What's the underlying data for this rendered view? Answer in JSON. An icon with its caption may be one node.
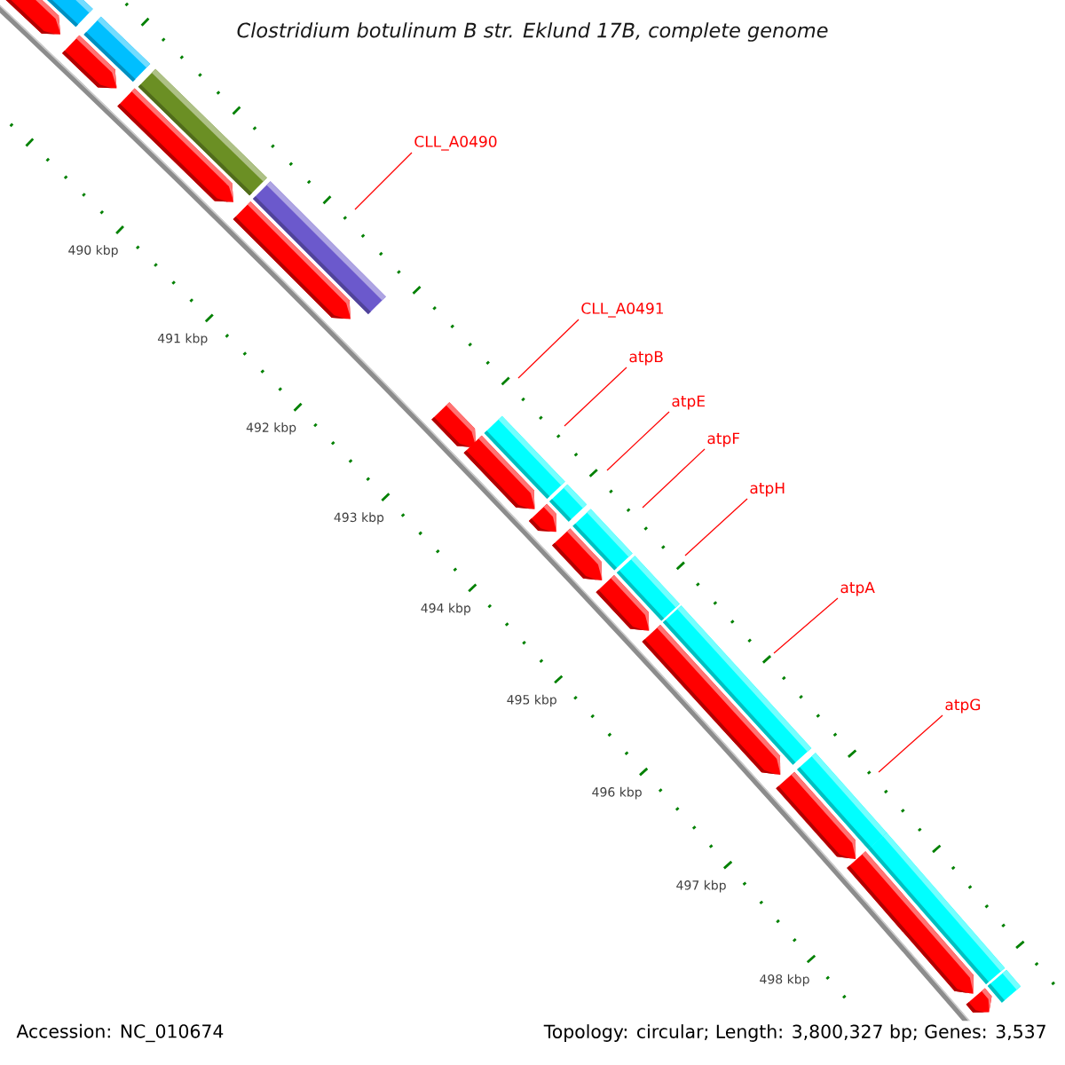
{
  "diagram": {
    "title": "Clostridium botulinum B str. Eklund 17B, complete genome",
    "nodes": [
      {
        "text": [
          "CLL_A0490"
        ]
      },
      {
        "text": [
          "CLL_A0491"
        ]
      },
      {
        "text": [
          "atpB"
        ]
      },
      {
        "text": [
          "atpE"
        ]
      },
      {
        "text": [
          "atpF"
        ]
      },
      {
        "text": [
          "atpH"
        ]
      },
      {
        "text": [
          "atpA"
        ]
      },
      {
        "text": [
          "atpG"
        ]
      },
      {
        "text": [],
        "shape": "arrow"
      },
      {
        "text": [],
        "shape": "arrow"
      },
      {
        "text": [],
        "shape": "arrow"
      },
      {
        "text": [],
        "shape": "arrow"
      },
      {
        "text": [],
        "shape": "arrow"
      },
      {
        "text": [],
        "shape": "arrow"
      },
      {
        "text": [],
        "shape": "arrow"
      },
      {
        "text": [],
        "shape": "arrow"
      },
      {
        "text": [],
        "shape": "arrow"
      },
      {
        "text": [],
        "shape": "arrow"
      },
      {
        "text": [],
        "shape": "arrow"
      },
      {
        "text": [],
        "shape": "arrow"
      },
      {
        "text": [],
        "shape": "arrow"
      },
      {
        "text": [],
        "shape": "bar"
      },
      {
        "text": [],
        "shape": "bar"
      },
      {
        "text": [],
        "shape": "bar"
      },
      {
        "text": [],
        "shape": "bar"
      },
      {
        "text": [],
        "shape": "bar"
      },
      {
        "text": [],
        "shape": "bar"
      },
      {
        "text": [],
        "shape": "bar"
      },
      {
        "text": [],
        "shape": "bar"
      },
      {
        "text": [],
        "shape": "bar"
      },
      {
        "text": [],
        "shape": "bar"
      },
      {
        "text": [],
        "shape": "bar"
      },
      {
        "text": [],
        "shape": "bar"
      }
    ],
    "edges": [
      {
        "from": 0,
        "to": null,
        "arrow": "none"
      },
      {
        "from": 1,
        "to": null,
        "arrow": "none"
      },
      {
        "from": 2,
        "to": null,
        "arrow": "none"
      },
      {
        "from": 3,
        "to": null,
        "arrow": "none"
      },
      {
        "from": 4,
        "to": null,
        "arrow": "none"
      },
      {
        "from": 5,
        "to": null,
        "arrow": "none"
      },
      {
        "from": 6,
        "to": null,
        "arrow": "none"
      },
      {
        "from": 7,
        "to": null,
        "arrow": "none"
      }
    ],
    "labels": [
      "490 kbp",
      "491 kbp",
      "492 kbp",
      "493 kbp",
      "494 kbp",
      "495 kbp",
      "496 kbp",
      "497 kbp",
      "498 kbp",
      "Accession: NC_010674",
      "Topology: circular; Length: 3,800,327 bp; Genes: 3,537"
    ]
  }
}
